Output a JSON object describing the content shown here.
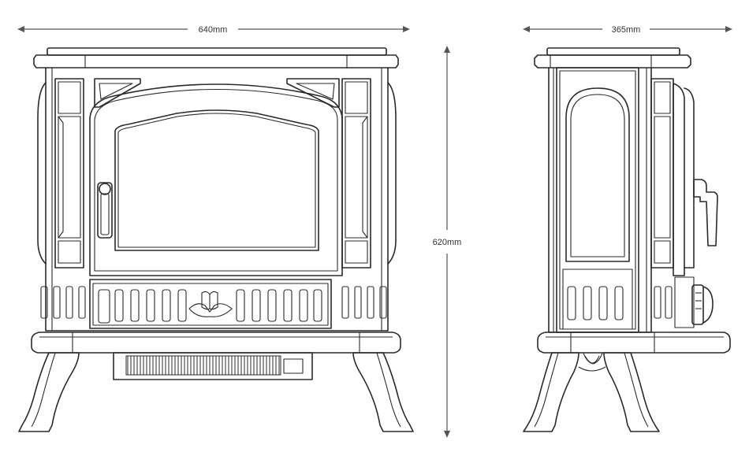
{
  "dimensions": {
    "width": "640mm",
    "depth": "365mm",
    "height": "620mm"
  },
  "colors": {
    "line": "#2a2a2a",
    "dimension": "#555555",
    "background": "#ffffff"
  }
}
